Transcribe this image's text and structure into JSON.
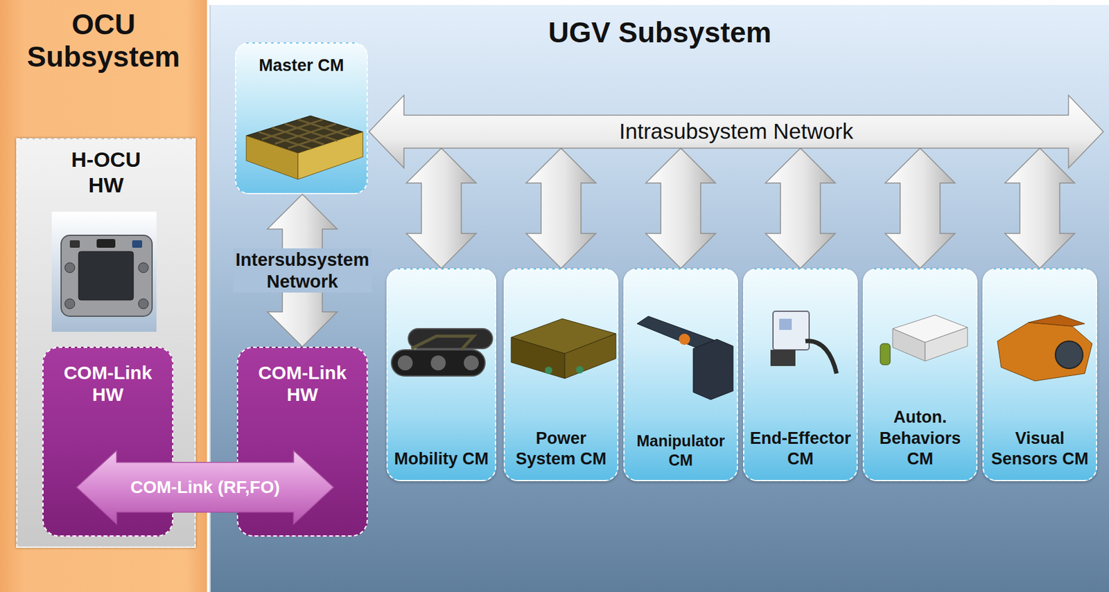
{
  "diagram": {
    "nodes": [
      {
        "text": [
          "OCU Subsystem"
        ]
      },
      {
        "text": [
          "H-OCU HW"
        ],
        "in": 0
      },
      {
        "text": [
          "COM-Link HW"
        ],
        "in": 1
      },
      {
        "text": [
          "UGV Subsystem"
        ]
      },
      {
        "text": [
          "Master CM"
        ],
        "in": 3
      },
      {
        "text": [
          "Intrasubsystem Network"
        ],
        "in": 3
      },
      {
        "text": [
          "COM-Link HW"
        ],
        "in": 3
      },
      {
        "text": [
          "Mobility CM"
        ],
        "in": 3
      },
      {
        "text": [
          "Power System CM"
        ],
        "in": 3
      },
      {
        "text": [
          "Manipulator CM"
        ],
        "in": 3
      },
      {
        "text": [
          "End-Effector CM"
        ],
        "in": 3
      },
      {
        "text": [
          "Auton. Behaviors CM"
        ],
        "in": 3
      },
      {
        "text": [
          "Visual Sensors CM"
        ],
        "in": 3
      }
    ],
    "edges": [
      {
        "from": 2,
        "to": 6,
        "arrow": "both",
        "label": "COM-Link (RF,FO)"
      },
      {
        "from": 4,
        "to": 6,
        "arrow": "both",
        "label": "Intersubsystem Network"
      },
      {
        "from": 5,
        "to": 7,
        "arrow": "both"
      },
      {
        "from": 5,
        "to": 8,
        "arrow": "both"
      },
      {
        "from": 5,
        "to": 9,
        "arrow": "both"
      },
      {
        "from": 5,
        "to": 10,
        "arrow": "both"
      },
      {
        "from": 5,
        "to": 11,
        "arrow": "both"
      },
      {
        "from": 5,
        "to": 12,
        "arrow": "both"
      }
    ]
  }
}
